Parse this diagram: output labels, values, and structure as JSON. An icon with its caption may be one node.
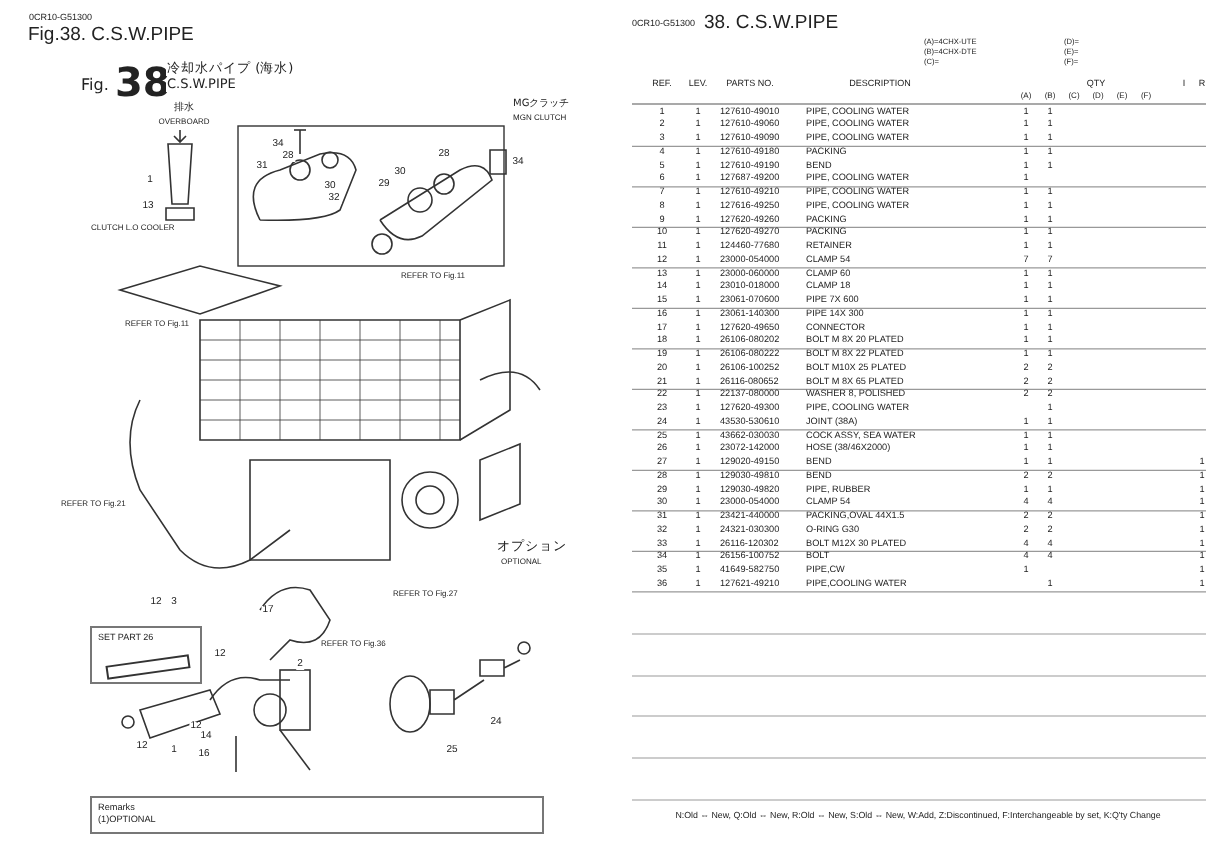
{
  "diagram": {
    "title": "Fig.38. C.S.W.PIPE",
    "nodes": [
      {
        "text": [
          "SET PART 26"
        ]
      },
      {
        "text": [
          "Remarks",
          "(1)OPTIONAL"
        ]
      }
    ],
    "labels": [
      "0CR10-G51300",
      "Fig.",
      "38",
      "冷却水パイプ (海水)",
      "C.S.W.PIPE",
      "排水",
      "OVERBOARD",
      "MGクラッチ",
      "MGN CLUTCH",
      "CLUTCH L.O COOLER",
      "REFER TO Fig.11",
      "REFER TO Fig.11",
      "REFER TO Fig.21",
      "REFER TO Fig.27",
      "REFER TO Fig.36",
      "オプション",
      "OPTIONAL",
      "1",
      "13",
      "34",
      "28",
      "31",
      "30",
      "32",
      "28",
      "34",
      "30",
      "29",
      "12",
      "3",
      "17",
      "12",
      "2",
      "12",
      "12",
      "1",
      "14",
      "16",
      "25",
      "24",
      "0CR10-G51300",
      "38. C.S.W.PIPE",
      "(A)=4CHX-UTE",
      "(B)=4CHX-DTE",
      "(C)=",
      "(D)=",
      "(E)=",
      "(F)=",
      "REF.",
      "LEV.",
      "PARTS NO.",
      "DESCRIPTION",
      "QTY",
      "I",
      "R",
      "(A)",
      "(B)",
      "(C)",
      "(D)",
      "(E)",
      "(F)",
      "1",
      "1",
      "127610-49010",
      "PIPE, COOLING WATER",
      "1",
      "1",
      "2",
      "1",
      "127610-49060",
      "PIPE, COOLING WATER",
      "1",
      "1",
      "3",
      "1",
      "127610-49090",
      "PIPE, COOLING WATER",
      "1",
      "1",
      "4",
      "1",
      "127610-49180",
      "PACKING",
      "1",
      "1",
      "5",
      "1",
      "127610-49190",
      "BEND",
      "1",
      "1",
      "6",
      "1",
      "127687-49200",
      "PIPE, COOLING WATER",
      "1",
      "7",
      "1",
      "127610-49210",
      "PIPE, COOLING WATER",
      "1",
      "1",
      "8",
      "1",
      "127616-49250",
      "PIPE, COOLING WATER",
      "1",
      "1",
      "9",
      "1",
      "127620-49260",
      "PACKING",
      "1",
      "1",
      "10",
      "1",
      "127620-49270",
      "PACKING",
      "1",
      "1",
      "11",
      "1",
      "124460-77680",
      "RETAINER",
      "1",
      "1",
      "12",
      "1",
      "23000-054000",
      "CLAMP 54",
      "7",
      "7",
      "13",
      "1",
      "23000-060000",
      "CLAMP 60",
      "1",
      "1",
      "14",
      "1",
      "23010-018000",
      "CLAMP 18",
      "1",
      "1",
      "15",
      "1",
      "23061-070600",
      "PIPE 7X 600",
      "1",
      "1",
      "16",
      "1",
      "23061-140300",
      "PIPE 14X 300",
      "1",
      "1",
      "17",
      "1",
      "127620-49650",
      "CONNECTOR",
      "1",
      "1",
      "18",
      "1",
      "26106-080202",
      "BOLT M 8X 20 PLATED",
      "1",
      "1",
      "19",
      "1",
      "26106-080222",
      "BOLT M 8X 22 PLATED",
      "1",
      "1",
      "20",
      "1",
      "26106-100252",
      "BOLT M10X 25 PLATED",
      "2",
      "2",
      "21",
      "1",
      "26116-080652",
      "BOLT M 8X 65 PLATED",
      "2",
      "2",
      "22",
      "1",
      "22137-080000",
      "WASHER 8, POLISHED",
      "2",
      "2",
      "23",
      "1",
      "127620-49300",
      "PIPE, COOLING WATER",
      "1",
      "24",
      "1",
      "43530-530610",
      "JOINT (38A)",
      "1",
      "1",
      "25",
      "1",
      "43662-030030",
      "COCK ASSY, SEA WATER",
      "1",
      "1",
      "26",
      "1",
      "23072-142000",
      "HOSE (38/46X2000)",
      "1",
      "1",
      "27",
      "1",
      "129020-49150",
      "BEND",
      "1",
      "1",
      "1",
      "28",
      "1",
      "129030-49810",
      "BEND",
      "2",
      "2",
      "1",
      "29",
      "1",
      "129030-49820",
      "PIPE, RUBBER",
      "1",
      "1",
      "1",
      "30",
      "1",
      "23000-054000",
      "CLAMP 54",
      "4",
      "4",
      "1",
      "31",
      "1",
      "23421-440000",
      "PACKING,OVAL 44X1.5",
      "2",
      "2",
      "1",
      "32",
      "1",
      "24321-030300",
      "O-RING G30",
      "2",
      "2",
      "1",
      "33",
      "1",
      "26116-120302",
      "BOLT M12X 30 PLATED",
      "4",
      "4",
      "1",
      "34",
      "1",
      "26156-100752",
      "BOLT",
      "4",
      "4",
      "1",
      "35",
      "1",
      "41649-582750",
      "PIPE,CW",
      "1",
      "1",
      "36",
      "1",
      "127621-49210",
      "PIPE,COOLING WATER",
      "1",
      "1",
      "N:Old ⇔ New, Q:Old ⇔ New, R:Old ⇔ New, S:Old ⇔ New, W:Add, Z:Discontinued, F:Interchangeable by set, K:Q'ty Change"
    ]
  }
}
